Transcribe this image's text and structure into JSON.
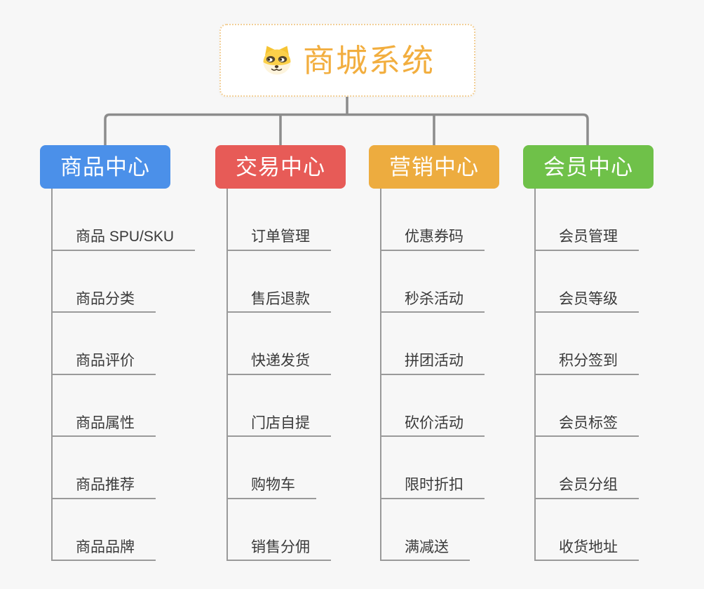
{
  "root": {
    "title": "商城系统"
  },
  "branches": [
    {
      "label": "商品中心",
      "color": "#4b90e9",
      "items": [
        "商品 SPU/SKU",
        "商品分类",
        "商品评价",
        "商品属性",
        "商品推荐",
        "商品品牌"
      ]
    },
    {
      "label": "交易中心",
      "color": "#e75b57",
      "items": [
        "订单管理",
        "售后退款",
        "快递发货",
        "门店自提",
        "购物车",
        "销售分佣"
      ]
    },
    {
      "label": "营销中心",
      "color": "#edac3f",
      "items": [
        "优惠券码",
        "秒杀活动",
        "拼团活动",
        "砍价活动",
        "限时折扣",
        "满减送"
      ]
    },
    {
      "label": "会员中心",
      "color": "#6fc149",
      "items": [
        "会员管理",
        "会员等级",
        "积分签到",
        "会员标签",
        "会员分组",
        "收货地址"
      ]
    }
  ],
  "colors": {
    "background": "#f7f7f7",
    "root_text": "#f2ae3f",
    "root_border": "#f2cf97",
    "connector": "#8c8c8c",
    "subtopic_line": "#9a9a9a",
    "subtopic_text": "#3a3a3a"
  }
}
